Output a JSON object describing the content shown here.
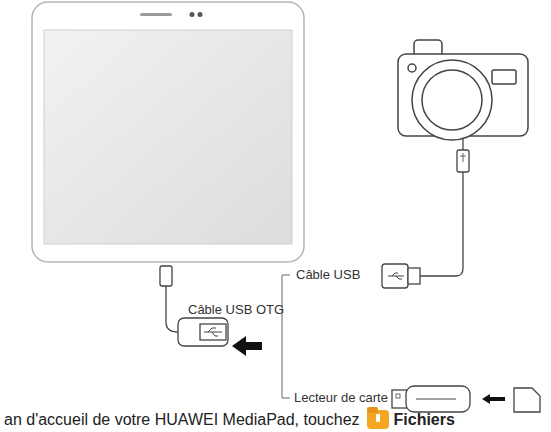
{
  "diagram": {
    "labels": [
      "Câble USB OTG",
      "Câble USB",
      "Lecteur de carte",
      "an d'accueil de votre HUAWEI MediaPad, touchez",
      "Fichiers"
    ]
  }
}
